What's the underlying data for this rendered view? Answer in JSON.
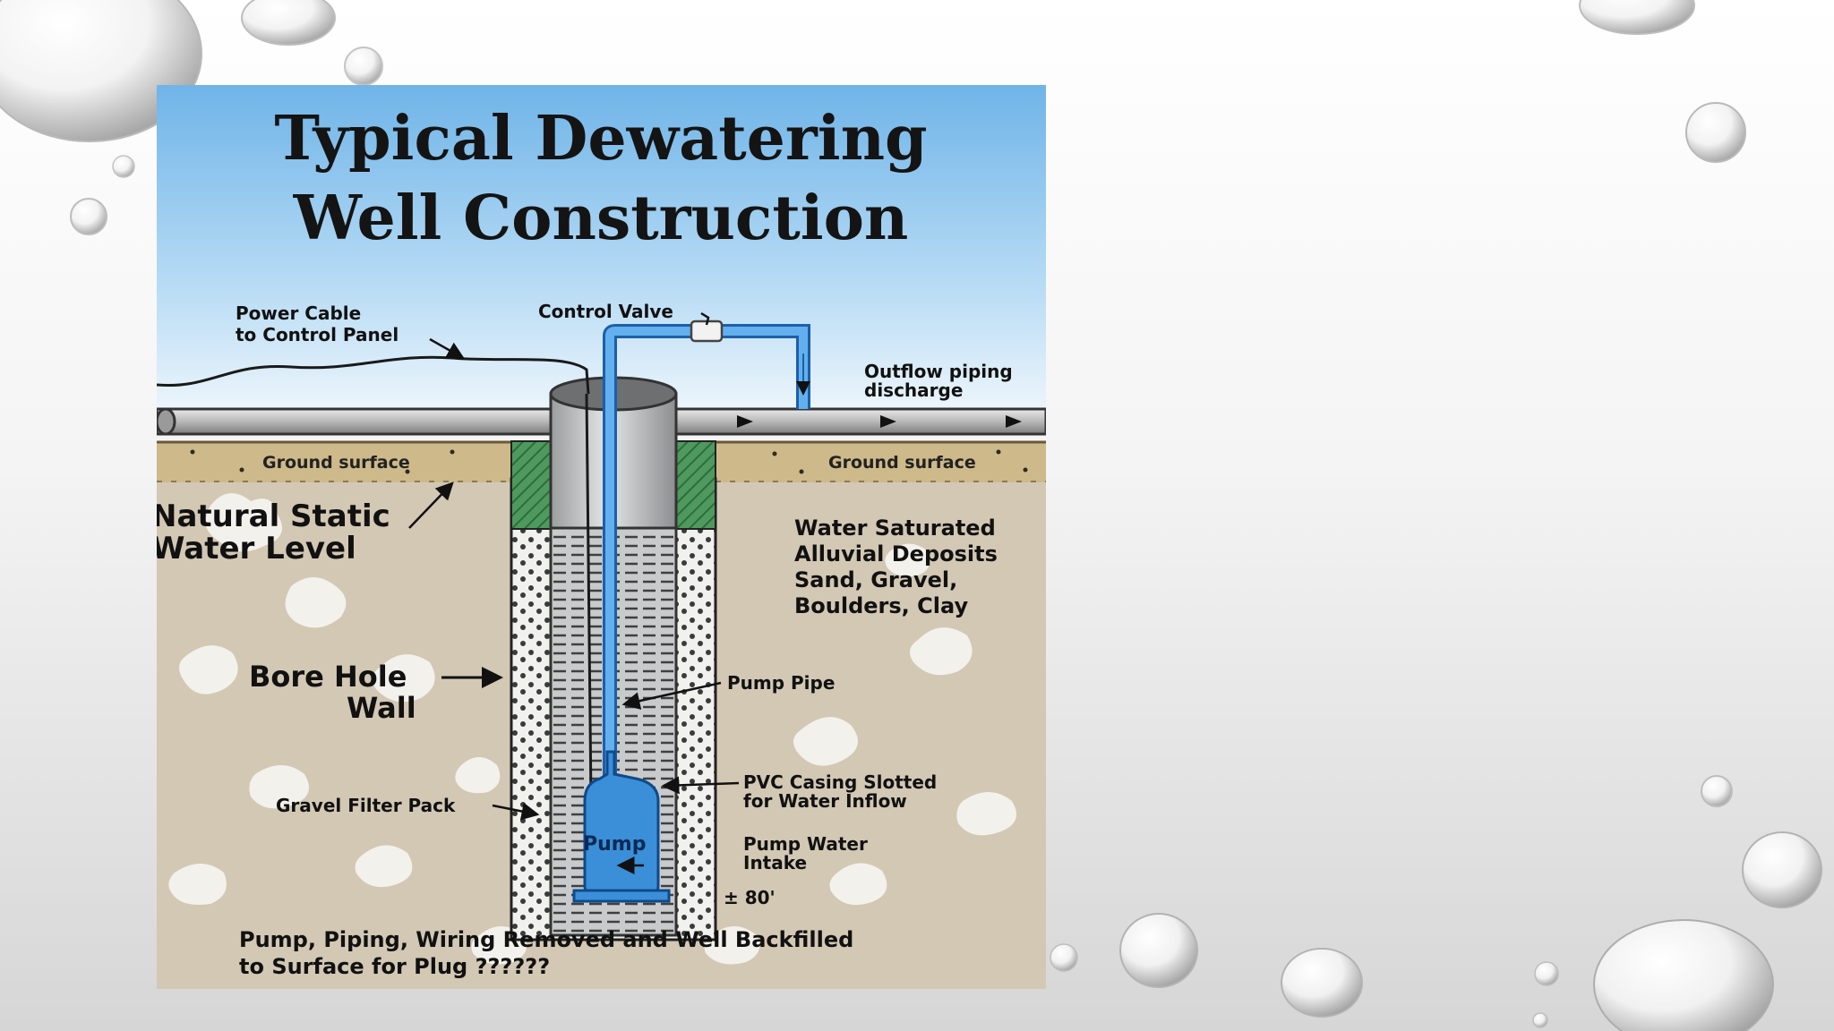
{
  "slide": {
    "title_lines": [
      "Typical Dewatering",
      "Well Construction"
    ],
    "labels": {
      "power_cable": [
        "Power Cable",
        "to Control Panel"
      ],
      "control_valve": "Control Valve",
      "outflow": [
        "Outflow piping",
        "discharge"
      ],
      "ground_surface": "Ground surface",
      "static_water": [
        "Natural Static",
        "Water Level"
      ],
      "deposits": [
        "Water Saturated",
        "Alluvial Deposits",
        "Sand, Gravel,",
        "Boulders, Clay"
      ],
      "bore_hole": [
        "Bore Hole",
        "Wall"
      ],
      "pump_pipe": "Pump Pipe",
      "pvc_casing": [
        "PVC Casing Slotted",
        "for Water Inflow"
      ],
      "gravel_filter": "Gravel Filter Pack",
      "pump": "Pump",
      "pump_intake": [
        "Pump Water",
        "Intake"
      ],
      "depth": "± 80'",
      "footer": [
        "Pump, Piping, Wiring Removed and Well Backfilled",
        "to Surface for Plug ??????"
      ]
    },
    "colors": {
      "sky_top": "#6fb4e8",
      "soil": "#d3c8b4",
      "rocks": "#f3f1ec",
      "pipe_blue": "#3a8fd8",
      "grout_green": "#4e9a5e",
      "ground_band": "#cdb98a"
    }
  }
}
